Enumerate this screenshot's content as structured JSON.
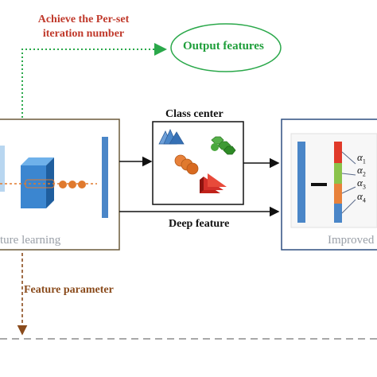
{
  "labels": {
    "top_condition_line1": "Achieve the Per-set",
    "top_condition_line2": "iteration number",
    "output_features": "Output features",
    "class_center": "Class center",
    "deep_feature": "Deep feature",
    "feature_learning": "ture learning",
    "feature_parameter": "Feature parameter",
    "improved": "Improved"
  },
  "alphas": [
    {
      "symbol": "α",
      "sub": "1"
    },
    {
      "symbol": "α",
      "sub": "2"
    },
    {
      "symbol": "α",
      "sub": "3"
    },
    {
      "symbol": "α",
      "sub": "4"
    }
  ],
  "colors": {
    "panel_border": "#6b5a3a",
    "right_panel_border": "#2f4f80",
    "feature_bar": "#4a86c8",
    "orange": "#e07a2e",
    "green_dotted": "#2aa84a",
    "brown_dashed": "#8a4b1c",
    "segments": [
      "#e03a2a",
      "#8bc34a",
      "#e8813a",
      "#4a86c8"
    ]
  },
  "icons": [
    "cube-icon",
    "triangle-cluster-icon",
    "hexagon-cluster-icon",
    "circle-cluster-icon",
    "wedge-cluster-icon",
    "minus-sign-icon"
  ]
}
